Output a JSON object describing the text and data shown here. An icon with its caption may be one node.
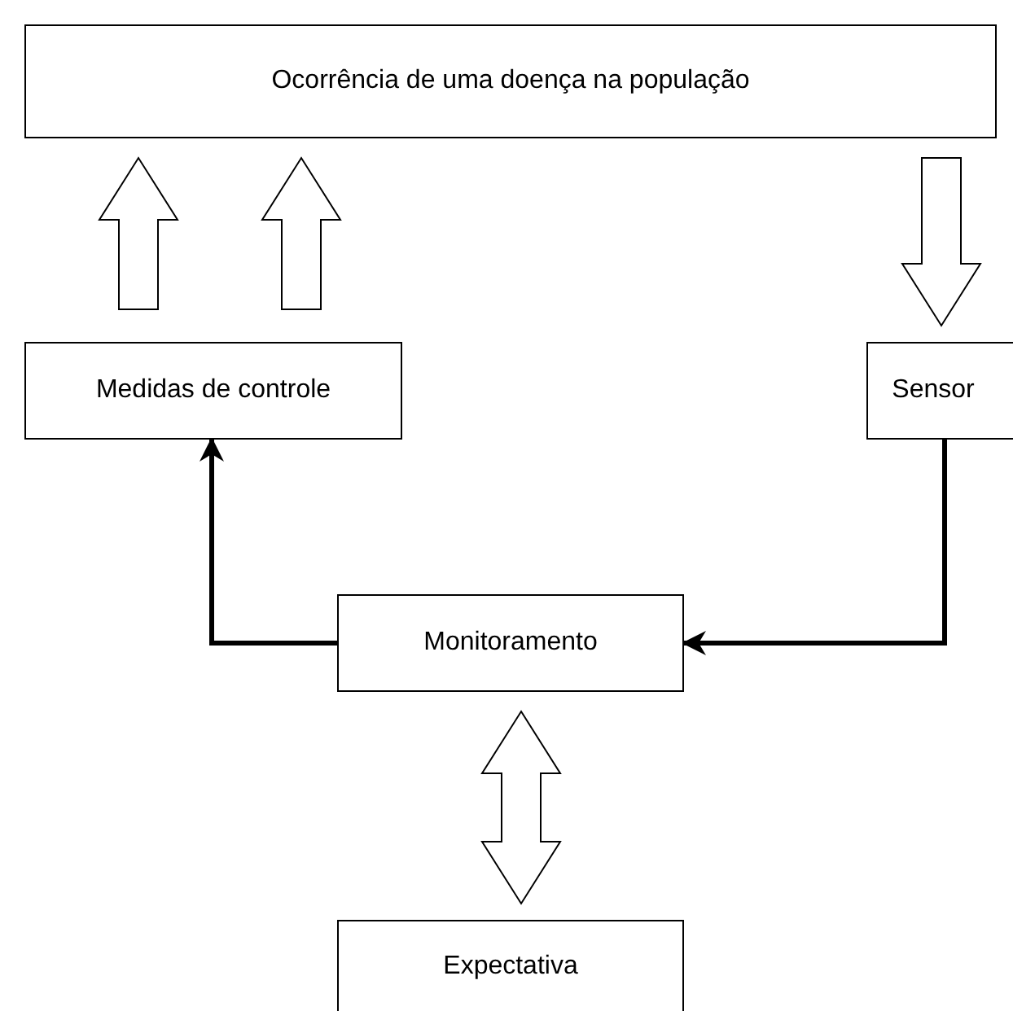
{
  "diagram": {
    "nodes": [
      {
        "text": [
          "Ocorrência de uma doença na população"
        ]
      },
      {
        "text": [
          "Medidas de controle"
        ]
      },
      {
        "text": [
          "Sensor"
        ]
      },
      {
        "text": [
          "Monitoramento"
        ]
      },
      {
        "text": [
          "Expectativa"
        ]
      }
    ],
    "edges": [
      {
        "from": 1,
        "to": 0,
        "arrow": "to",
        "style": "thick"
      },
      {
        "from": 1,
        "to": 0,
        "arrow": "to",
        "style": "thick"
      },
      {
        "from": 0,
        "to": 2,
        "arrow": "to",
        "style": "thick"
      },
      {
        "from": 2,
        "to": 3,
        "arrow": "to"
      },
      {
        "from": 3,
        "to": 1,
        "arrow": "to"
      },
      {
        "from": 3,
        "to": 4,
        "arrow": "both",
        "style": "thick"
      }
    ]
  }
}
